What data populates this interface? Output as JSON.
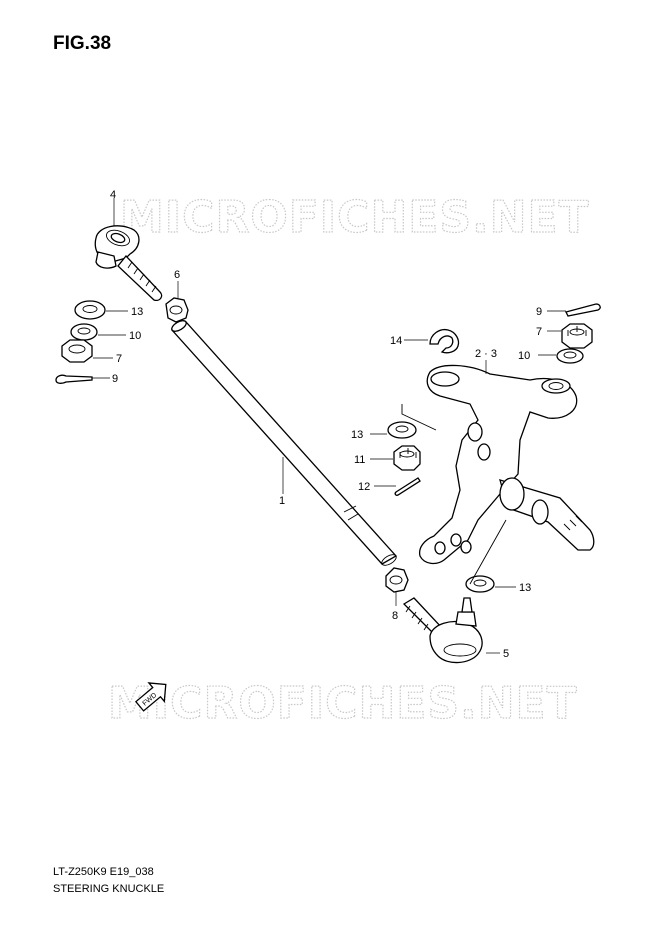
{
  "figure": {
    "title": "FIG.38"
  },
  "footer": {
    "model_code": "LT-Z250K9 E19_038",
    "section_name": "STEERING KNUCKLE"
  },
  "watermark": {
    "text": "MICROFICHES.NET"
  },
  "orientation_mark": {
    "text": "FWD"
  },
  "callouts": {
    "tie_rod": "1",
    "knuckle": "2 · 3",
    "tie_rod_end_left": "4",
    "tie_rod_end_right": "5",
    "nut_6": "6",
    "nut_7_left": "7",
    "nut_7_right": "7",
    "nut_8": "8",
    "cotter_pin_left": "9",
    "cotter_pin_right": "9",
    "washer_10_left": "10",
    "washer_10_right": "10",
    "nut_11": "11",
    "cotter_pin_12": "12",
    "washer_13_left": "13",
    "washer_13_mid": "13",
    "washer_13_right": "13",
    "circlip_14": "14"
  }
}
